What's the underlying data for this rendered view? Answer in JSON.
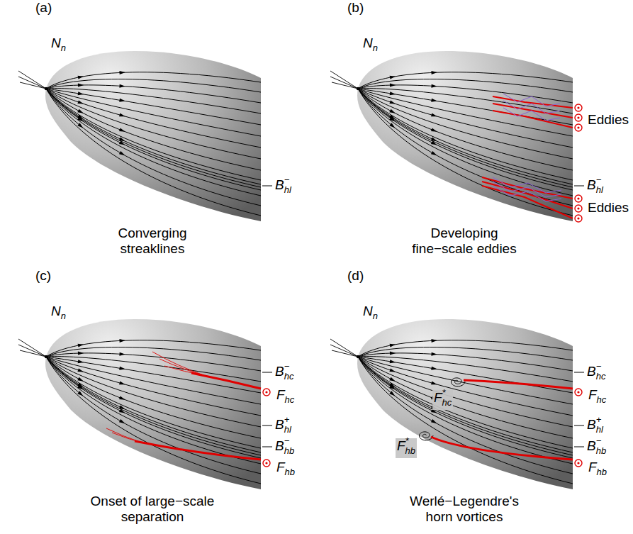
{
  "diagram": {
    "labels": [
      "(a)",
      "(b)",
      "(c)",
      "(d)",
      "Nn",
      "Bhl−",
      "Converging streaklines",
      "Nn",
      "Eddies",
      "Bhl−",
      "Eddies",
      "Developing fine−scale eddies",
      "Nn",
      "Bhc−",
      "Fhc",
      "Bhl+",
      "Bhb−",
      "Fhb",
      "Onset of large−scale separation",
      "Nn",
      "Fhc*",
      "Bhc−",
      "Fhc",
      "Bhl+",
      "Fhb*",
      "Bhb−",
      "Fhb",
      "Werlé−Legendre's horn vortices"
    ]
  }
}
